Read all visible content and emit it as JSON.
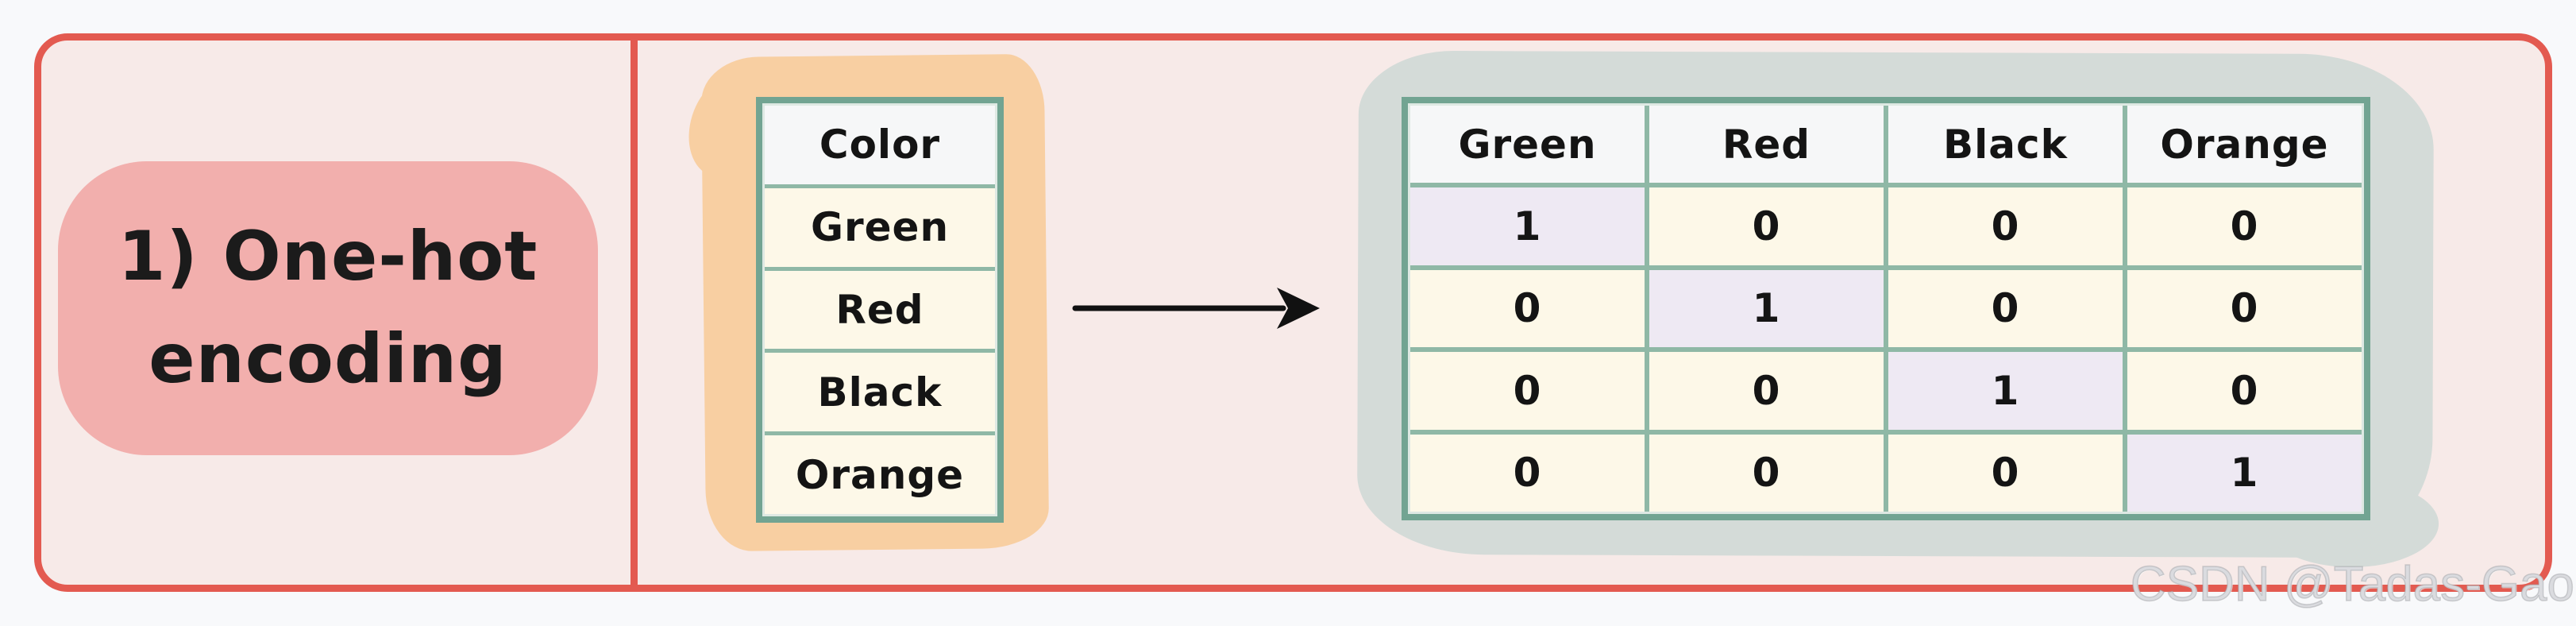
{
  "section": {
    "title_line1": "1) One-hot",
    "title_line2": "encoding"
  },
  "input_table": {
    "header": "Color",
    "rows": [
      "Green",
      "Red",
      "Black",
      "Orange"
    ]
  },
  "output_table": {
    "columns": [
      "Green",
      "Red",
      "Black",
      "Orange"
    ],
    "matrix": [
      [
        "1",
        "0",
        "0",
        "0"
      ],
      [
        "0",
        "1",
        "0",
        "0"
      ],
      [
        "0",
        "0",
        "1",
        "0"
      ],
      [
        "0",
        "0",
        "0",
        "1"
      ]
    ]
  },
  "watermark": "CSDN @Tadas-Gao",
  "colors": {
    "frame_red": "#E35A50",
    "panel_bg": "#F7EAE8",
    "badge_pink": "#F2AFAD",
    "highlight_orange": "#F8CFA2",
    "highlight_gray": "#D4DBD8",
    "table_border_green": "#72A492",
    "table_gridline_green": "#8FB8A6",
    "cell_cream": "#FDF8E8",
    "cell_highlight_lavender": "#EEE9F3",
    "header_cell_white": "#F6F7F8",
    "ink": "#141414"
  }
}
